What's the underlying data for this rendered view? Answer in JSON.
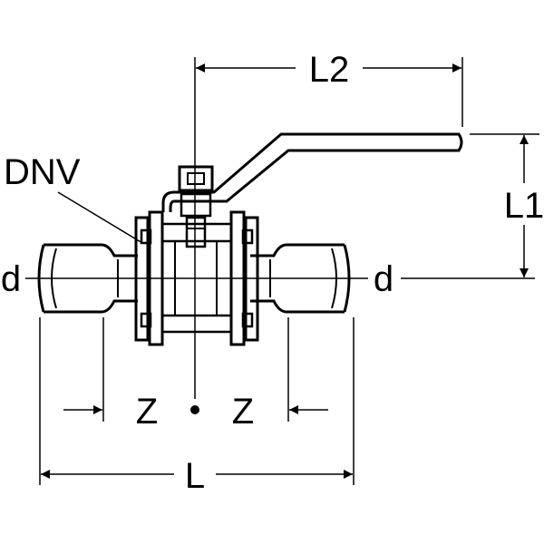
{
  "labels": {
    "l2": "L2",
    "l1": "L1",
    "dnv": "DNV",
    "d_left": "d",
    "d_right": "d",
    "z_left": "Z",
    "z_right": "Z",
    "l": "L"
  },
  "colors": {
    "line": "#000000",
    "background": "#ffffff"
  }
}
